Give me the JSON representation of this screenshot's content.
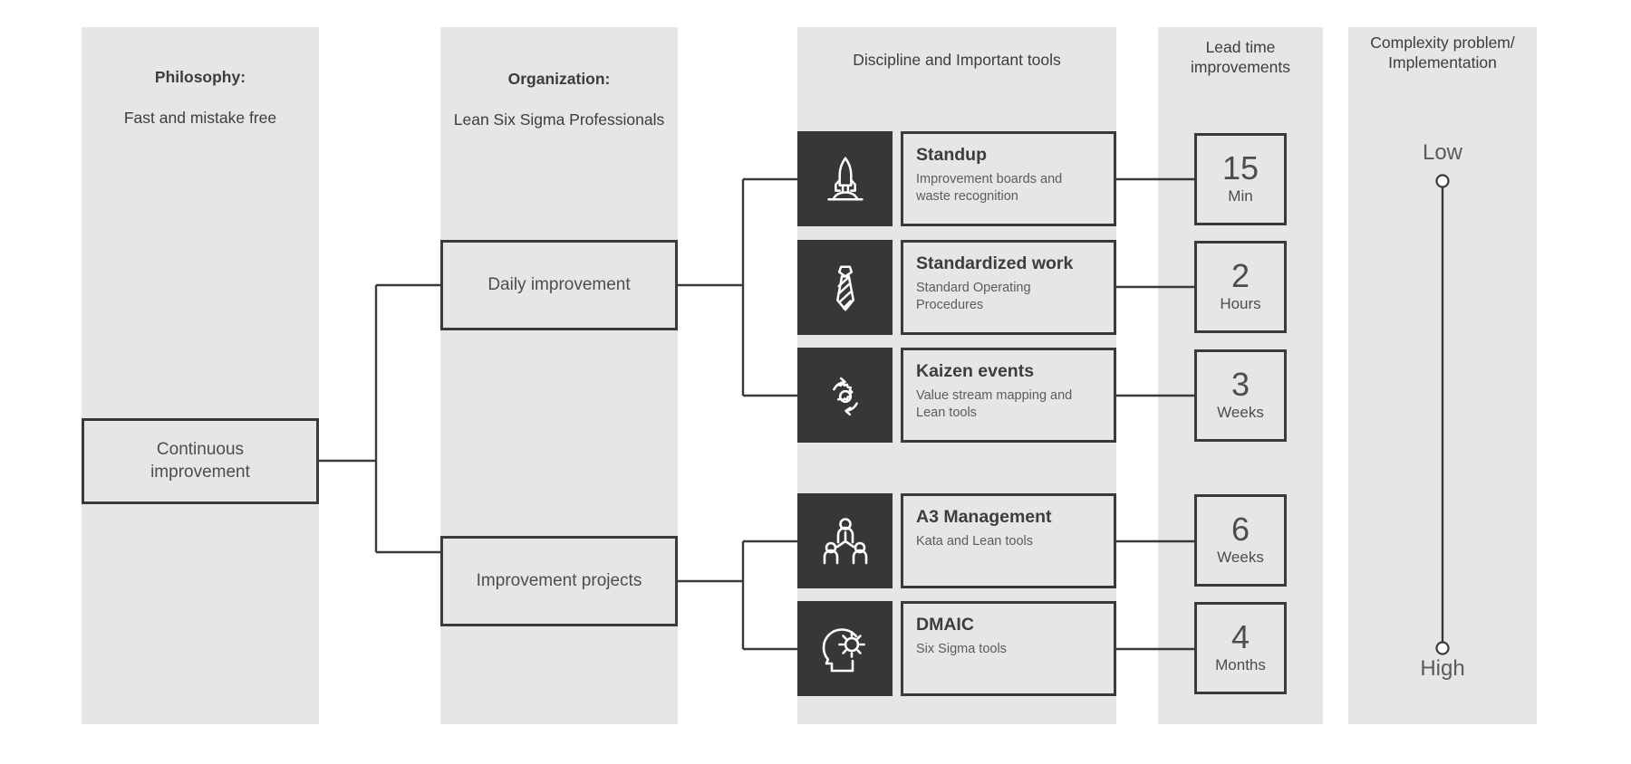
{
  "columns": {
    "philosophy": {
      "heading": "Philosophy:",
      "subheading": "Fast and mistake free"
    },
    "organization": {
      "heading": "Organization:",
      "subheading": "Lean Six Sigma Professionals"
    },
    "discipline": {
      "heading": "Discipline and Important tools"
    },
    "leadtime": {
      "heading": "Lead time\nimprovements"
    },
    "complexity": {
      "heading": "Complexity problem/\nImplementation"
    }
  },
  "boxes": {
    "continuous": "Continuous\nimprovement",
    "daily": "Daily improvement",
    "projects": "Improvement projects"
  },
  "tools": [
    {
      "icon": "rocket-icon",
      "title": "Standup",
      "desc": "Improvement boards and\nwaste recognition",
      "lead_value": "15",
      "lead_unit": "Min"
    },
    {
      "icon": "necktie-icon",
      "title": "Standardized work",
      "desc": "Standard Operating\nProcedures",
      "lead_value": "2",
      "lead_unit": "Hours"
    },
    {
      "icon": "gear-cycle-icon",
      "title": "Kaizen events",
      "desc": "Value stream mapping and\nLean tools",
      "lead_value": "3",
      "lead_unit": "Weeks"
    },
    {
      "icon": "team-icon",
      "title": "A3 Management",
      "desc": "Kata and Lean tools",
      "lead_value": "6",
      "lead_unit": "Weeks"
    },
    {
      "icon": "head-gear-icon",
      "title": "DMAIC",
      "desc": "Six Sigma tools",
      "lead_value": "4",
      "lead_unit": "Months"
    }
  ],
  "scale": {
    "low": "Low",
    "high": "High"
  },
  "colors": {
    "band_background": "#e6e6e6",
    "icon_tile": "#373737",
    "border": "#3a3a3a",
    "text": "#4d4d4d",
    "page_background": "#ffffff"
  }
}
